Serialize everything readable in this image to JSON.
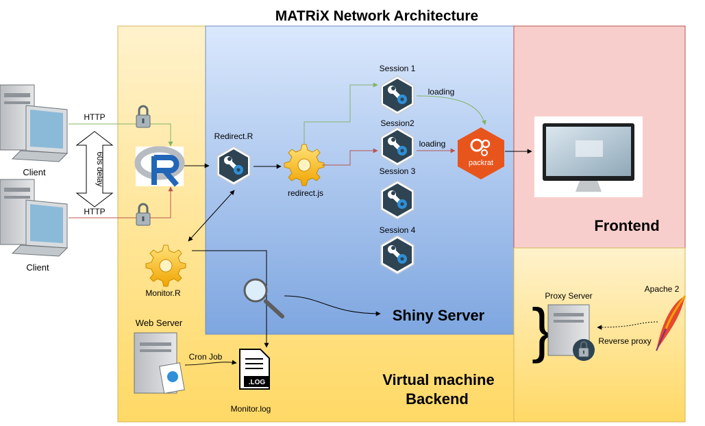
{
  "title": "MATRiX Network Architecture",
  "regions": {
    "frontend": "Frontend",
    "shiny_server": "Shiny Server",
    "backend_line1": "Virtual machine",
    "backend_line2": "Backend"
  },
  "clients": [
    {
      "label": "Client",
      "protocol": "HTTP"
    },
    {
      "label": "Client",
      "protocol": "HTTP"
    }
  ],
  "delay_label": "60s delay",
  "nodes": {
    "redirect_r": "Redirect.R",
    "redirect_js": "redirect.js",
    "monitor_r": "Monitor.R",
    "web_server": "Web Server",
    "cron_job": "Cron Job",
    "monitor_log": "Monitor.log",
    "log_badge": ".LOG",
    "proxy_server": "Proxy Server",
    "apache": "Apache 2",
    "reverse_proxy": "Reverse proxy",
    "packrat": "packrat"
  },
  "sessions": [
    {
      "label": "Session 1",
      "status": "loading"
    },
    {
      "label": "Session2",
      "status": "loading"
    },
    {
      "label": "Session 3",
      "status": ""
    },
    {
      "label": "Session 4",
      "status": ""
    }
  ],
  "colors": {
    "backend_fill": "#ffe8a0",
    "backend_stroke": "#d6b656",
    "shiny_top": "#dae8fc",
    "shiny_bottom": "#7ea6e0",
    "frontend_fill": "#f8cecc",
    "frontend_stroke": "#b85450",
    "green_arrow": "#82b366",
    "red_arrow": "#b85450",
    "hex_icon": "#2e4453",
    "packrat": "#e8551c"
  }
}
